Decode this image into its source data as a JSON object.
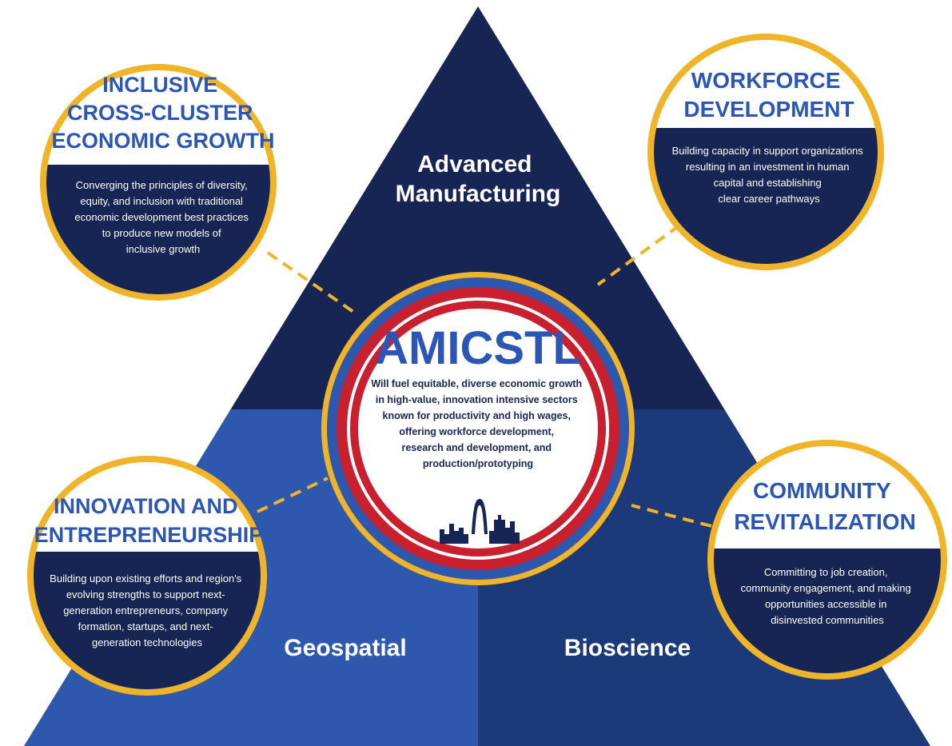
{
  "center": {
    "title": "AMICSTL",
    "lines": [
      "Will fuel equitable, diverse economic growth",
      "in high-value, innovation intensive sectors",
      "known for productivity and high wages,",
      "offering workforce development,",
      "research and development, and",
      "production/prototyping"
    ]
  },
  "segments": {
    "top": [
      "Advanced",
      "Manufacturing"
    ],
    "bottom_left": "Geospatial",
    "bottom_right": "Bioscience"
  },
  "pillars": [
    {
      "id": "inclusive-growth",
      "title": [
        "INCLUSIVE",
        "CROSS-CLUSTER",
        "ECONOMIC GROWTH"
      ],
      "lines": [
        "Converging the principles of diversity,",
        "equity, and inclusion with traditional",
        "economic development best practices",
        "to produce new models of",
        "inclusive growth"
      ]
    },
    {
      "id": "workforce-development",
      "title": [
        "WORKFORCE",
        "DEVELOPMENT"
      ],
      "lines": [
        "Building capacity in support organizations",
        "resulting in an investment in human",
        "capital and establishing",
        "clear career pathways"
      ]
    },
    {
      "id": "innovation-entrepreneurship",
      "title": [
        "INNOVATION AND",
        "ENTREPRENEURSHIP"
      ],
      "lines": [
        "Building upon existing efforts and region's",
        "evolving strengths to support next-",
        "generation entrepreneurs, company",
        "formation, startups, and next-",
        "generation technologies"
      ]
    },
    {
      "id": "community-revitalization",
      "title": [
        "COMMUNITY",
        "REVITALIZATION"
      ],
      "lines": [
        "Committing to job creation,",
        "community engagement, and making",
        "opportunities accessible in",
        "disinvested communities"
      ]
    }
  ],
  "colors": {
    "navy": "#172554",
    "blue_left": "#2d58ad",
    "blue_right": "#1c3a7a",
    "gold": "#f0b429",
    "red": "#c8202e",
    "title_blue": "#2b56b5"
  }
}
